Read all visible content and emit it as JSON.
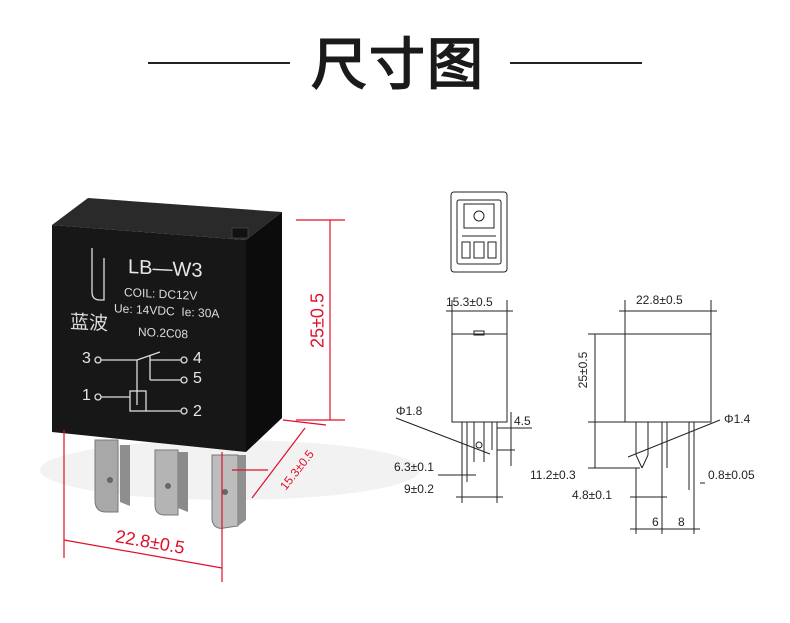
{
  "title": "尺寸图",
  "colors": {
    "dim_red": "#e0102a",
    "body": "#141414",
    "line": "#222222",
    "pin": "#b9b9b9"
  },
  "photo": {
    "brand_icon": "brand-logo-icon",
    "brand_cn": "蓝波",
    "model": "LB—W3",
    "coil": "COIL: DC12V",
    "rating": "Ue: 14VDC  Ie: 30A",
    "serial": "NO.2C08",
    "pins": {
      "p1": "1",
      "p2": "2",
      "p3": "3",
      "p4": "4",
      "p5": "5"
    },
    "dim_height": "25±0.5",
    "dim_depth": "15.3±0.5",
    "dim_width": "22.8±0.5"
  },
  "drawing": {
    "side": {
      "width": "15.3±0.5",
      "hole": "Φ1.8",
      "tab": "4.5",
      "pin_w": "6.3±0.1",
      "pin_span": "9±0.2"
    },
    "front": {
      "width": "22.8±0.5",
      "height": "25±0.5",
      "hole": "Φ1.4",
      "pin_len": "11.2±0.3",
      "pin_w": "4.8±0.1",
      "pin_t": "0.8±0.05",
      "gap1": "6",
      "gap2": "8"
    }
  }
}
